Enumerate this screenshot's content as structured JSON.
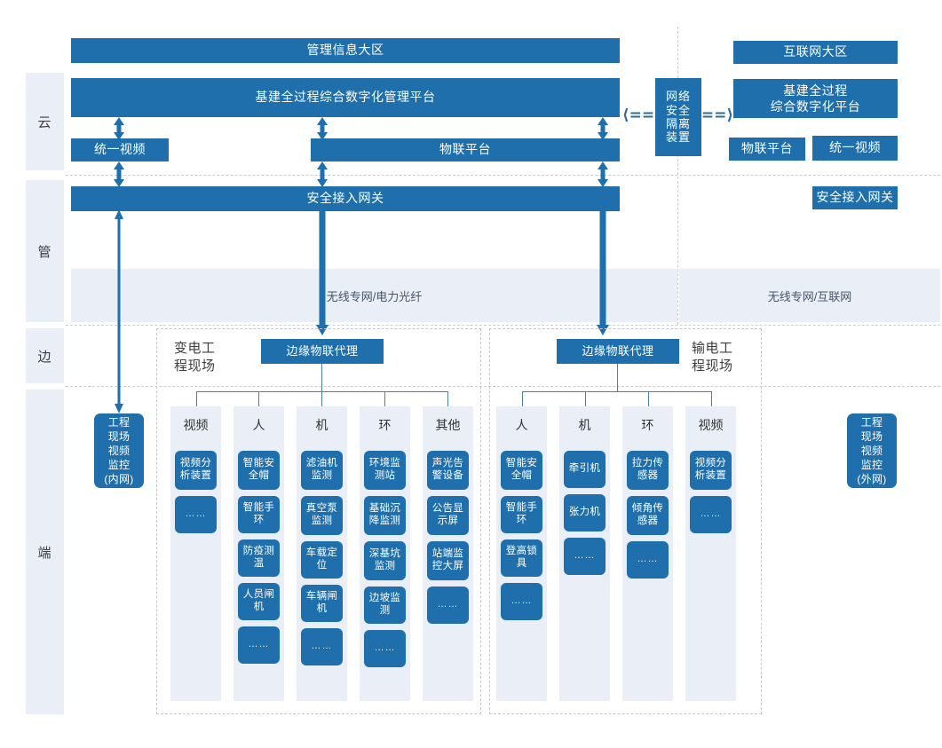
{
  "colors": {
    "primary_blue": "#1f6fad",
    "panel_light": "#e9eef7",
    "strip_light": "#eaeff7",
    "dash_gray": "#c3c7cc",
    "connector_blue": "#4a7fae"
  },
  "layers": [
    {
      "id": "cloud",
      "label": "云"
    },
    {
      "id": "pipe",
      "label": "管"
    },
    {
      "id": "edge",
      "label": "边"
    },
    {
      "id": "end",
      "label": "端"
    }
  ],
  "left_zone": {
    "zone_title": "管理信息大区",
    "platform": "基建全过程综合数字化管理平台",
    "video_platform": "统一视频",
    "iot_platform": "物联平台",
    "gateway": "安全接入网关",
    "network_band": "无线专网/电力光纤"
  },
  "isolation_device": {
    "label": "网络安全隔离装置",
    "chars": [
      "网",
      "络",
      "安",
      "全",
      "隔",
      "离",
      "装",
      "置"
    ],
    "left_arrow": "⟨==",
    "right_arrow": "==⟩"
  },
  "right_zone": {
    "zone_title": "互联网大区",
    "platform": "基建全过程\n综合数字化平台",
    "platform_line1": "基建全过程",
    "platform_line2": "综合数字化平台",
    "iot_platform": "物联平台",
    "video_platform": "统一视频",
    "gateway": "安全接入网关",
    "network_band": "无线专网/互联网"
  },
  "edge_left": {
    "site_label_line1": "变电工",
    "site_label_line2": "程现场",
    "agent": "边缘物联代理"
  },
  "edge_right": {
    "site_label_line1": "输电工",
    "site_label_line2": "程现场",
    "agent": "边缘物联代理"
  },
  "side_boxes": {
    "inner": "工程现场视频监控(内网)",
    "inner_lines": [
      "工程",
      "现场",
      "视频",
      "监控",
      "(内网)"
    ],
    "outer": "工程现场视频监控(外网)",
    "outer_lines": [
      "工程",
      "现场",
      "视频",
      "监控",
      "(外网)"
    ]
  },
  "columns_left": [
    {
      "head": "视频",
      "items": [
        "视频分析装置",
        "……"
      ]
    },
    {
      "head": "人",
      "items": [
        "智能安全帽",
        "智能手环",
        "防疫测温",
        "人员闸机",
        "……"
      ]
    },
    {
      "head": "机",
      "items": [
        "滤油机监测",
        "真空泵监测",
        "车载定位",
        "车辆闸机",
        "……"
      ]
    },
    {
      "head": "环",
      "items": [
        "环境监测站",
        "基础沉降监测",
        "深基坑监测",
        "边坡监测",
        "……"
      ]
    },
    {
      "head": "其他",
      "items": [
        "声光告警设备",
        "公告显示屏",
        "站端监控大屏",
        "……"
      ]
    }
  ],
  "columns_right": [
    {
      "head": "人",
      "items": [
        "智能安全帽",
        "智能手环",
        "登高锁具",
        "……"
      ]
    },
    {
      "head": "机",
      "items": [
        "牵引机",
        "张力机",
        "……"
      ]
    },
    {
      "head": "环",
      "items": [
        "拉力传感器",
        "倾角传感器",
        "……"
      ]
    },
    {
      "head": "视频",
      "items": [
        "视频分析装置",
        "……"
      ]
    }
  ]
}
